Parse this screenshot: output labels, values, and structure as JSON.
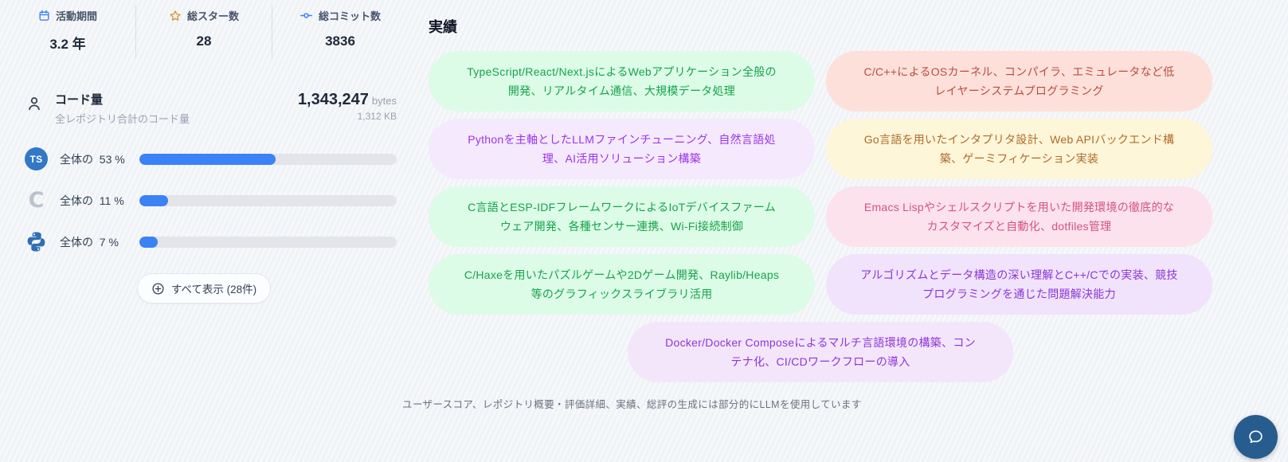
{
  "stats": {
    "items": [
      {
        "icon": "calendar-icon",
        "label": "活動期間",
        "value": "3.2 年"
      },
      {
        "icon": "star-icon",
        "label": "総スター数",
        "value": "28"
      },
      {
        "icon": "commit-icon",
        "label": "総コミット数",
        "value": "3836"
      }
    ]
  },
  "code_volume": {
    "title": "コード量",
    "subtitle": "全レポジトリ合計のコード量",
    "value": "1,343,247",
    "unit": "bytes",
    "secondary": "1,312 KB"
  },
  "languages": [
    {
      "name": "TypeScript",
      "badge": "TS",
      "label": "全体の",
      "percent": 53,
      "percent_label": "53 %",
      "bar_width": "53%"
    },
    {
      "name": "C",
      "badge": "C",
      "label": "全体の",
      "percent": 11,
      "percent_label": "11 %",
      "bar_width": "11%"
    },
    {
      "name": "Python",
      "badge": "Py",
      "label": "全体の",
      "percent": 7,
      "percent_label": "7 %",
      "bar_width": "7%"
    }
  ],
  "show_all_button": {
    "label": "すべて表示 (28件)",
    "icon": "plus-circle-icon"
  },
  "achievements": {
    "title": "実績",
    "items": [
      {
        "text": "TypeScript/React/Next.jsによるWebアプリケーション全般の開発、リアルタイム通信、大規模データ処理",
        "bg": "#dcfce7",
        "fg": "#16a34a"
      },
      {
        "text": "C/C++によるOSカーネル、コンパイラ、エミュレータなど低レイヤーシステムプログラミング",
        "bg": "#fee0da",
        "fg": "#bc4b40"
      },
      {
        "text": "Pythonを主軸としたLLMファインチューニング、自然言語処理、AI活用ソリューション構築",
        "bg": "#f5e9fe",
        "fg": "#9a35e8"
      },
      {
        "text": "Go言語を用いたインタプリタ設計、Web APIバックエンド構築、ゲーミフィケーション実装",
        "bg": "#fdf6d8",
        "fg": "#b06a2c"
      },
      {
        "text": "C言語とESP-IDFフレームワークによるIoTデバイスファームウェア開発、各種センサー連携、Wi-Fi接続制御",
        "bg": "#dcfce7",
        "fg": "#16a34a"
      },
      {
        "text": "Emacs Lispやシェルスクリプトを用いた開発環境の徹底的なカスタマイズと自動化、dotfiles管理",
        "bg": "#fbe2ec",
        "fg": "#d4547e"
      },
      {
        "text": "C/Haxeを用いたパズルゲームや2Dゲーム開発、Raylib/Heaps等のグラフィックスライブラリ活用",
        "bg": "#dcfce7",
        "fg": "#16a34a"
      },
      {
        "text": "アルゴリズムとデータ構造の深い理解とC++/Cでの実装、競技プログラミングを通じた問題解決能力",
        "bg": "#f0e3fb",
        "fg": "#8b35d8"
      },
      {
        "text": "Docker/Docker Composeによるマルチ言語環境の構築、コンテナ化、CI/CDワークフローの導入",
        "bg": "#f3e6fb",
        "fg": "#8f35d8"
      }
    ]
  },
  "footer_note": "ユーザースコア、レポジトリ概要・評価詳細、実績、総評の生成には部分的にLLMを使用しています",
  "chat_button": {
    "icon": "chat-bubble-icon"
  },
  "colors": {
    "accent_blue": "#3b82f6",
    "bar_track": "#e3e5ea",
    "fab_blue": "#275d8e",
    "star_orange": "#dd9336"
  }
}
